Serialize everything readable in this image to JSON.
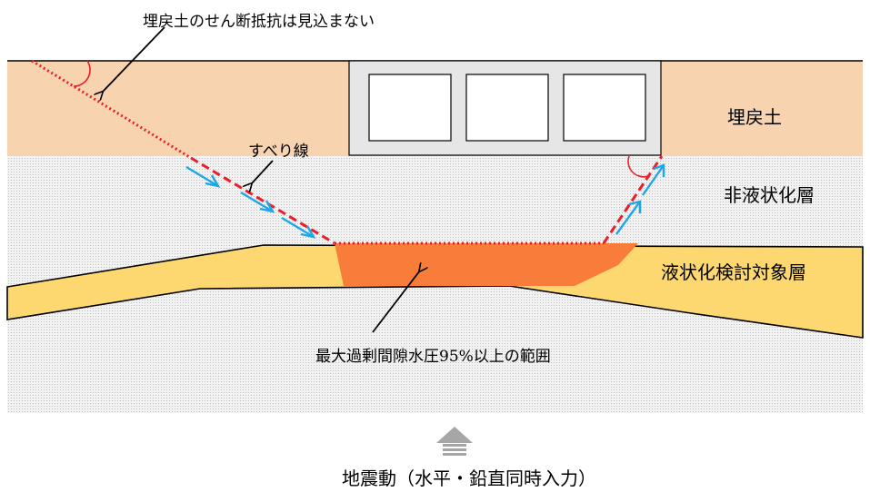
{
  "labels": {
    "backfill_note": "埋戻土のせん断抵抗は見込まない",
    "slip_line": "すべり線",
    "backfill_layer": "埋戻土",
    "non_liquefiable_layer": "非液状化層",
    "liquefaction_layer": "液状化検討対象層",
    "pore_pressure_zone": "最大過剰間隙水圧95%以上の範囲",
    "seismic_motion": "地震動（水平・鉛直同時入力）"
  },
  "colors": {
    "backfill": "#f8d3b0",
    "dotted_ground": "#eeeeee",
    "liquefaction_layer": "#fdd870",
    "pore_pressure_zone": "#f97d3a",
    "slip_line": "#e8202a",
    "flow_arrow": "#1ea7e8",
    "structure_fill": "#e6e6e6",
    "input_arrow": "#a6a6a6"
  },
  "icons": {
    "seismic_input": "up-arrow-icon",
    "flow": "chevron-arrow-icon"
  }
}
